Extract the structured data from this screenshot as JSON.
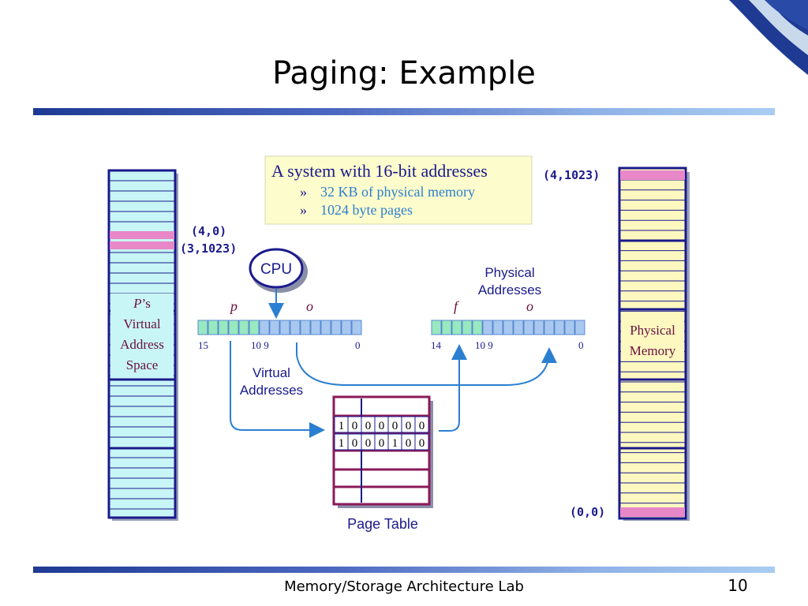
{
  "slide": {
    "title": "Paging: Example",
    "footer": "Memory/Storage Architecture Lab",
    "page_number": "10"
  },
  "info_box": {
    "heading": "A system with 16-bit addresses",
    "bullets": [
      {
        "marker": "»",
        "text": "32 KB of physical memory"
      },
      {
        "marker": "»",
        "text": "1024 byte pages"
      }
    ]
  },
  "virtual_space": {
    "label_line1_italic": "P",
    "label_line1_rest": "’s",
    "label_line2": "Virtual",
    "label_line3": "Address",
    "label_line4": "Space",
    "coord_high": "(4,0)",
    "coord_low": "(3,1023)"
  },
  "physical_memory": {
    "label_line1": "Physical",
    "label_line2": "Memory",
    "coord_top": "(4,1023)",
    "coord_bottom": "(0,0)"
  },
  "cpu": {
    "label": "CPU"
  },
  "virtual_address": {
    "field_page": "p",
    "field_offset": "o",
    "bit_15": "15",
    "bit_10_9": "10 9",
    "bit_0": "0",
    "caption_line1": "Virtual",
    "caption_line2": "Addresses"
  },
  "physical_address": {
    "caption_line1": "Physical",
    "caption_line2": "Addresses",
    "field_frame": "f",
    "field_offset": "o",
    "bit_14": "14",
    "bit_10_9": "10 9",
    "bit_0": "0"
  },
  "page_table": {
    "caption": "Page Table",
    "rows": [
      [
        "1",
        "0",
        "0",
        "0",
        "0",
        "0",
        "0"
      ],
      [
        "1",
        "0",
        "0",
        "0",
        "1",
        "0",
        "0"
      ]
    ]
  },
  "colors": {
    "frame_blue": "#1a1a8c",
    "cell_cyan": "#c8f5f5",
    "cell_yellow": "#fdf8c0",
    "highlight_pink": "#e888c8",
    "table_border": "#8b1a5a",
    "arrow_blue": "#2b7fd0",
    "addr_cell_green": "#98e8c0",
    "addr_cell_blue": "#a8c8f0",
    "info_bg": "#fdfccc"
  }
}
